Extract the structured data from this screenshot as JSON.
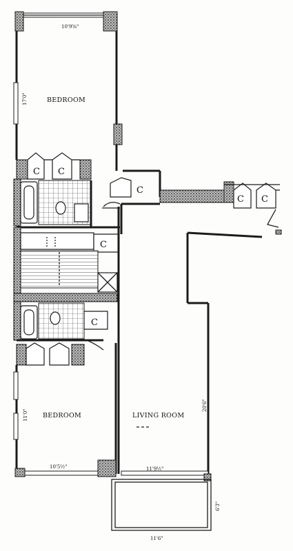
{
  "rooms": {
    "bedroom_top": "BEDROOM",
    "bedroom_bottom": "BEDROOM",
    "living_room": "LIVING ROOM"
  },
  "dimensions": {
    "top_bedroom_width": "10'9⅝\"",
    "top_bedroom_depth": "17'0\"",
    "bottom_bedroom_width": "10'5½\"",
    "bottom_bedroom_depth": "11'0\"",
    "living_room_width": "11'9½\"",
    "living_room_depth": "20'6\"",
    "balcony_width": "11'6\"",
    "balcony_depth": "6'3\""
  },
  "closets": {
    "label": "C"
  }
}
